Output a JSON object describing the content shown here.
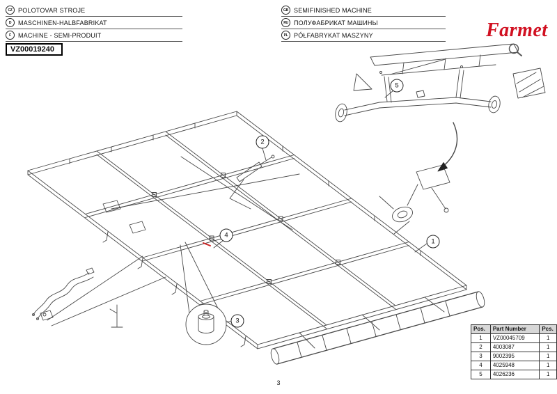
{
  "header": {
    "left": [
      {
        "code": "CZ",
        "label": "POLOTOVAR STROJE"
      },
      {
        "code": "D",
        "label": "MASCHINEN-HALBFABRIKAT"
      },
      {
        "code": "F",
        "label": "MACHINE - SEMI-PRODUIT"
      }
    ],
    "right": [
      {
        "code": "GB",
        "label": "SEMIFINISHED MACHINE"
      },
      {
        "code": "RU",
        "label": "ПОЛУФАБРИКАТ МАШИНЫ"
      },
      {
        "code": "PL",
        "label": "PÓŁFABRYKAT MASZYNY"
      }
    ],
    "logo": "Farmet"
  },
  "document": {
    "number": "VZ00019240",
    "page": "3"
  },
  "diagram": {
    "callouts": [
      {
        "num": "1"
      },
      {
        "num": "2"
      },
      {
        "num": "3"
      },
      {
        "num": "4"
      },
      {
        "num": "5"
      }
    ]
  },
  "parts_table": {
    "headers": {
      "pos": "Pos.",
      "part": "Part Number",
      "pcs": "Pcs."
    },
    "rows": [
      {
        "pos": "1",
        "part": "VZ00045709",
        "pcs": "1"
      },
      {
        "pos": "2",
        "part": "4003087",
        "pcs": "1"
      },
      {
        "pos": "3",
        "part": "9002395",
        "pcs": "1"
      },
      {
        "pos": "4",
        "part": "4025948",
        "pcs": "1"
      },
      {
        "pos": "5",
        "part": "4026236",
        "pcs": "1"
      }
    ]
  },
  "colors": {
    "logo_red": "#d11021",
    "mark_red": "#cc2222",
    "line": "#474747"
  }
}
